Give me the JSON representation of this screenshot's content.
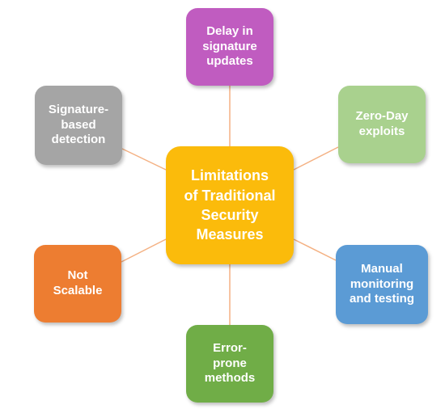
{
  "colors": {
    "center": "#fbbb0b",
    "delay": "#c05cc0",
    "zero_day": "#a9d18e",
    "manual": "#5b9bd5",
    "error": "#70ad47",
    "not_scalable": "#ed7d31",
    "signature": "#a5a5a5",
    "connector": "#f4b183"
  },
  "diagram": {
    "center": {
      "line1": "Limitations",
      "line2": "of Traditional",
      "line3": "Security",
      "line4": "Measures"
    },
    "nodes": {
      "delay": {
        "line1": "Delay in",
        "line2": "signature",
        "line3": "updates"
      },
      "zero_day": {
        "line1": "Zero-Day",
        "line2": "exploits"
      },
      "manual": {
        "line1": "Manual",
        "line2": "monitoring",
        "line3": "and testing"
      },
      "error": {
        "line1": "Error-",
        "line2": "prone",
        "line3": "methods"
      },
      "not_scalable": {
        "line1": "Not",
        "line2": "Scalable"
      },
      "signature": {
        "line1": "Signature-",
        "line2": "based",
        "line3": "detection"
      }
    }
  }
}
